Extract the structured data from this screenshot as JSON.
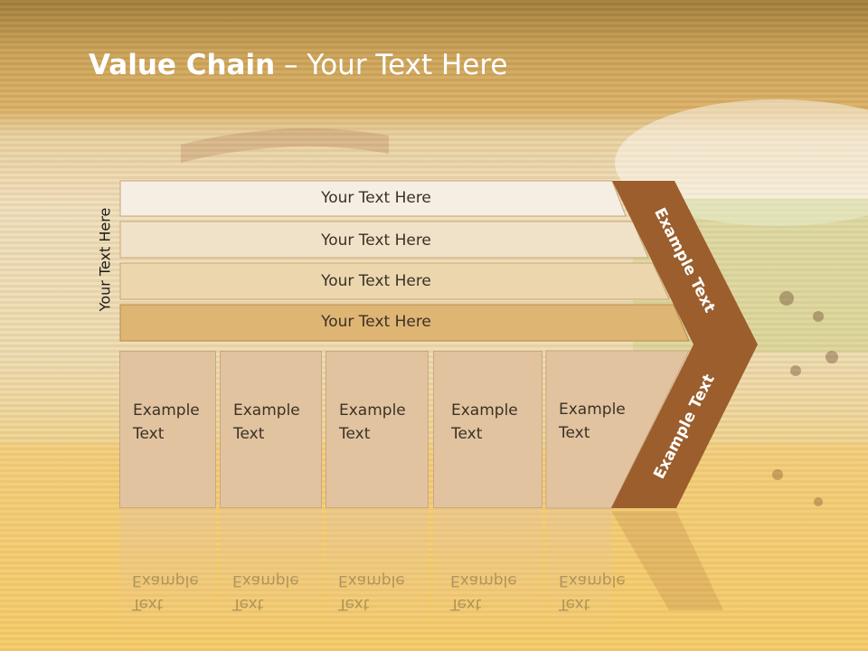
{
  "slide": {
    "title_bold": "Value Chain",
    "title_rest": " – Your Text Here",
    "side_label": "Your Text Here"
  },
  "bars": [
    {
      "label": "Your Text Here",
      "color": "#f5eee3"
    },
    {
      "label": "Your Text Here",
      "color": "#f0e2c8"
    },
    {
      "label": "Your Text Here",
      "color": "#ecd6ae"
    },
    {
      "label": "Your Text Here",
      "color": "#dfb574"
    }
  ],
  "boxes": [
    {
      "line1": "Example",
      "line2": "Text"
    },
    {
      "line1": "Example",
      "line2": "Text"
    },
    {
      "line1": "Example",
      "line2": "Text"
    },
    {
      "line1": "Example",
      "line2": "Text"
    },
    {
      "line1": "Example",
      "line2": "Text"
    }
  ],
  "chevron": {
    "upper_label": "Example Text",
    "lower_label": "Example Text",
    "color": "#9b5e2c"
  }
}
